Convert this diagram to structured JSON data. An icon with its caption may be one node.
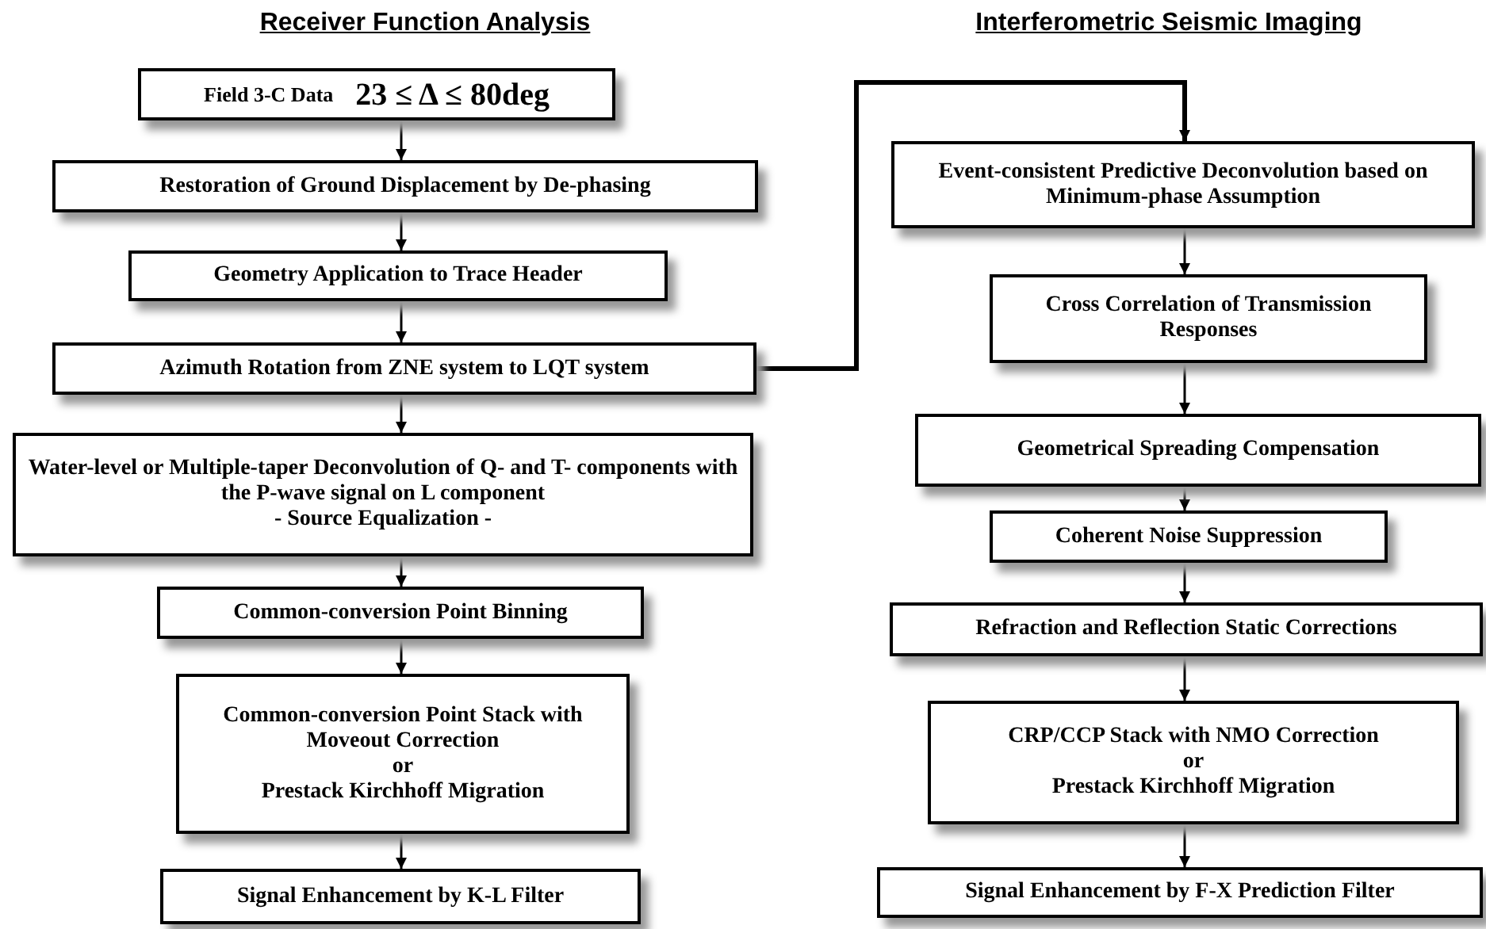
{
  "diagram": {
    "nodes": [
      {
        "text": [
          "Field 3-C Data",
          "23 ≤ Δ ≤ 80deg"
        ]
      },
      {
        "text": [
          "Restoration of Ground Displacement by De-phasing"
        ]
      },
      {
        "text": [
          "Geometry Application to Trace Header"
        ]
      },
      {
        "text": [
          "Azimuth Rotation from ZNE system to LQT system"
        ]
      },
      {
        "text": [
          "Water-level or Multiple-taper Deconvolution of Q- and T- components with the P-wave signal on L component",
          "- Source Equalization -"
        ]
      },
      {
        "text": [
          "Common-conversion Point Binning"
        ]
      },
      {
        "text": [
          "Common-conversion Point Stack with Moveout Correction",
          "or",
          "Prestack Kirchhoff Migration"
        ]
      },
      {
        "text": [
          "Signal Enhancement by K-L Filter"
        ]
      },
      {
        "text": [
          "Event-consistent Predictive Deconvolution based on Minimum-phase Assumption"
        ]
      },
      {
        "text": [
          "Cross Correlation of Transmission Responses"
        ]
      },
      {
        "text": [
          "Geometrical Spreading Compensation"
        ]
      },
      {
        "text": [
          "Coherent Noise Suppression"
        ]
      },
      {
        "text": [
          "Refraction and Reflection Static Corrections"
        ]
      },
      {
        "text": [
          "CRP/CCP Stack with NMO Correction",
          "or",
          "Prestack Kirchhoff Migration"
        ]
      },
      {
        "text": [
          "Signal Enhancement by F-X Prediction Filter"
        ]
      }
    ],
    "edges": [
      {
        "from": 0,
        "to": 1,
        "arrow": "to"
      },
      {
        "from": 1,
        "to": 2,
        "arrow": "to"
      },
      {
        "from": 2,
        "to": 3,
        "arrow": "to"
      },
      {
        "from": 3,
        "to": 4,
        "arrow": "to"
      },
      {
        "from": 4,
        "to": 5,
        "arrow": "to"
      },
      {
        "from": 5,
        "to": 6,
        "arrow": "to"
      },
      {
        "from": 6,
        "to": 7,
        "arrow": "to"
      },
      {
        "from": 3,
        "to": 8,
        "arrow": "to",
        "style": "thick"
      },
      {
        "from": 8,
        "to": 9,
        "arrow": "to"
      },
      {
        "from": 9,
        "to": 10,
        "arrow": "to"
      },
      {
        "from": 10,
        "to": 11,
        "arrow": "to"
      },
      {
        "from": 11,
        "to": 12,
        "arrow": "to"
      },
      {
        "from": 12,
        "to": 13,
        "arrow": "to"
      },
      {
        "from": 13,
        "to": 14,
        "arrow": "to"
      }
    ],
    "labels": [
      "Receiver Function Analysis",
      "Interferometric Seismic Imaging"
    ]
  }
}
